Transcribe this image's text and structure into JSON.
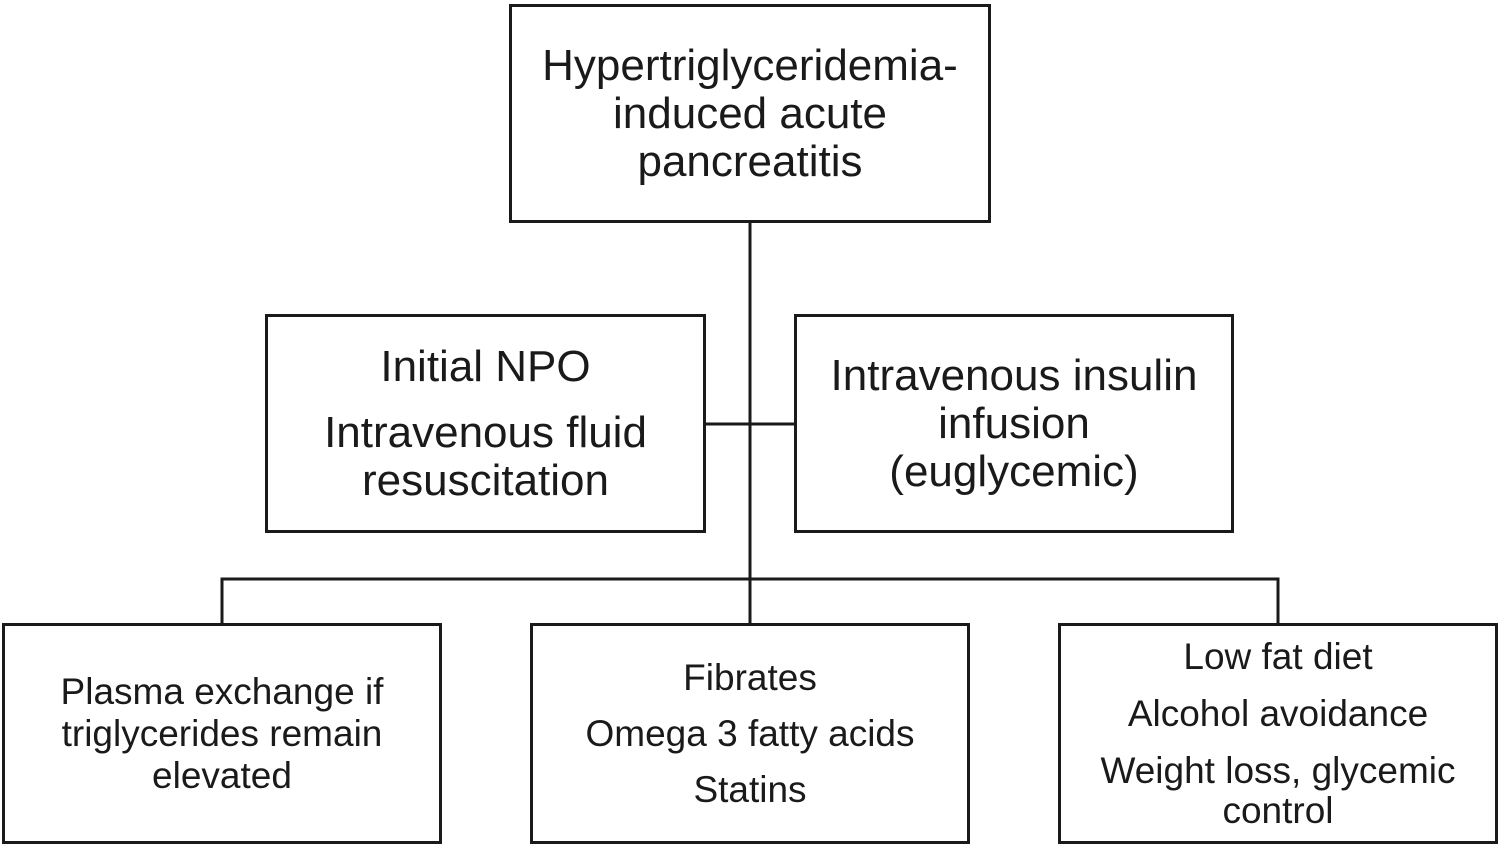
{
  "root": {
    "lines": [
      "Hypertriglyceridemia-",
      "induced acute",
      "pancreatitis"
    ]
  },
  "initial_management": {
    "lines": [
      "Initial NPO",
      "Intravenous fluid",
      "resuscitation"
    ]
  },
  "insulin_therapy": {
    "lines": [
      "Intravenous insulin",
      "infusion",
      "(euglycemic)"
    ]
  },
  "plasma_exchange": {
    "lines": [
      "Plasma exchange if",
      "triglycerides remain",
      "elevated"
    ]
  },
  "medications": {
    "lines": [
      "Fibrates",
      "Omega 3 fatty acids",
      "Statins"
    ]
  },
  "lifestyle": {
    "lines": [
      "Low fat diet",
      "Alcohol avoidance",
      "Weight loss, glycemic",
      "control"
    ]
  },
  "colors": {
    "stroke": "#1a1a1a",
    "background": "#ffffff"
  }
}
